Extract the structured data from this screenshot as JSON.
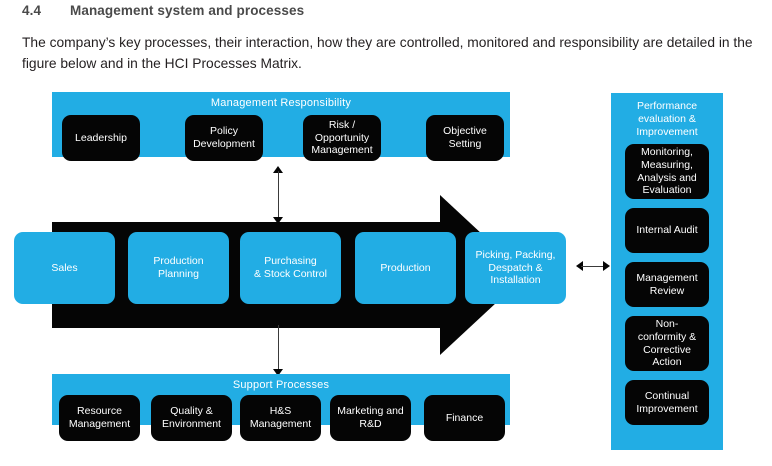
{
  "document": {
    "section_number": "4.4",
    "section_title": "Management system and processes",
    "paragraph": "The company’s key processes, their interaction, how they are controlled, monitored and responsibility are detailed in the figure below and in the HCI Processes Matrix."
  },
  "colors": {
    "brand_blue": "#22ADE4",
    "black_box": "#050505",
    "heading_grey": "#4a4a4a",
    "body_text": "#231f20",
    "white": "#ffffff"
  },
  "diagram": {
    "management_responsibility": {
      "band_label": "Management Responsibility",
      "boxes": [
        {
          "label": "Leadership"
        },
        {
          "label": "Policy\nDevelopment"
        },
        {
          "label": "Risk /\nOpportunity\nManagement"
        },
        {
          "label": "Objective\nSetting"
        }
      ]
    },
    "core_processes": {
      "boxes": [
        {
          "label": "Sales"
        },
        {
          "label": "Production\nPlanning"
        },
        {
          "label": "Purchasing\n& Stock Control"
        },
        {
          "label": "Production"
        },
        {
          "label": "Picking, Packing,\nDespatch &\nInstallation"
        }
      ]
    },
    "support_processes": {
      "band_label": "Support Processes",
      "boxes": [
        {
          "label": "Resource\nManagement"
        },
        {
          "label": "Quality &\nEnvironment"
        },
        {
          "label": "H&S\nManagement"
        },
        {
          "label": "Marketing and\nR&D"
        },
        {
          "label": "Finance"
        }
      ]
    },
    "performance_evaluation": {
      "panel_title": "Performance\nevaluation &\nImprovement",
      "boxes": [
        {
          "label": "Monitoring,\nMeasuring,\nAnalysis and\nEvaluation"
        },
        {
          "label": "Internal Audit"
        },
        {
          "label": "Management\nReview"
        },
        {
          "label": "Non-\nconformity &\nCorrective\nAction"
        },
        {
          "label": "Continual\nImprovement"
        }
      ]
    },
    "connectors": [
      {
        "name": "top-vertical-double-arrow",
        "orientation": "vertical"
      },
      {
        "name": "bottom-vertical-double-arrow",
        "orientation": "vertical"
      },
      {
        "name": "right-horizontal-double-arrow",
        "orientation": "horizontal"
      }
    ],
    "process_flow_arrow": {
      "name": "process-flow-arrow",
      "direction": "right"
    }
  }
}
